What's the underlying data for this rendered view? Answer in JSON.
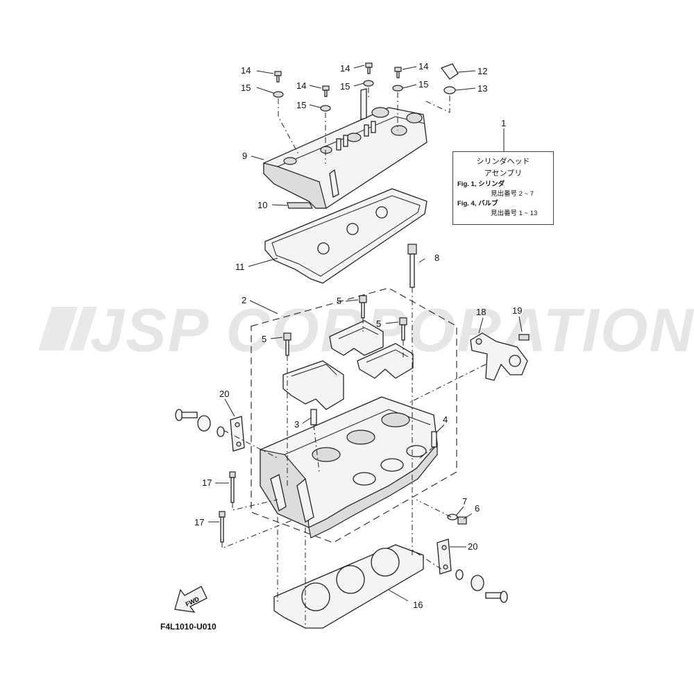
{
  "watermark": "JSP CORPORATION",
  "figure_code": "F4L1010-U010",
  "fwd_label": "FWD",
  "info_box": {
    "title_line1": "シリンダヘッド",
    "title_line2": "アセンブリ",
    "ref1_fig": "Fig. 1, シリンダ",
    "ref1_items": "見出番号 2 ~ 7",
    "ref2_fig": "Fig. 4, バルブ",
    "ref2_items": "見出番号 1 ~ 13"
  },
  "callouts": {
    "c1": "1",
    "c2": "2",
    "c3": "3",
    "c4": "4",
    "c5a": "5",
    "c5b": "5",
    "c5c": "5",
    "c6": "6",
    "c7": "7",
    "c8": "8",
    "c9": "9",
    "c10": "10",
    "c11": "11",
    "c12": "12",
    "c13": "13",
    "c14a": "14",
    "c14b": "14",
    "c14c": "14",
    "c14d": "14",
    "c15a": "15",
    "c15b": "15",
    "c15c": "15",
    "c15d": "15",
    "c16": "16",
    "c17a": "17",
    "c17b": "17",
    "c18": "18",
    "c19": "19",
    "c20a": "20",
    "c20b": "20"
  }
}
